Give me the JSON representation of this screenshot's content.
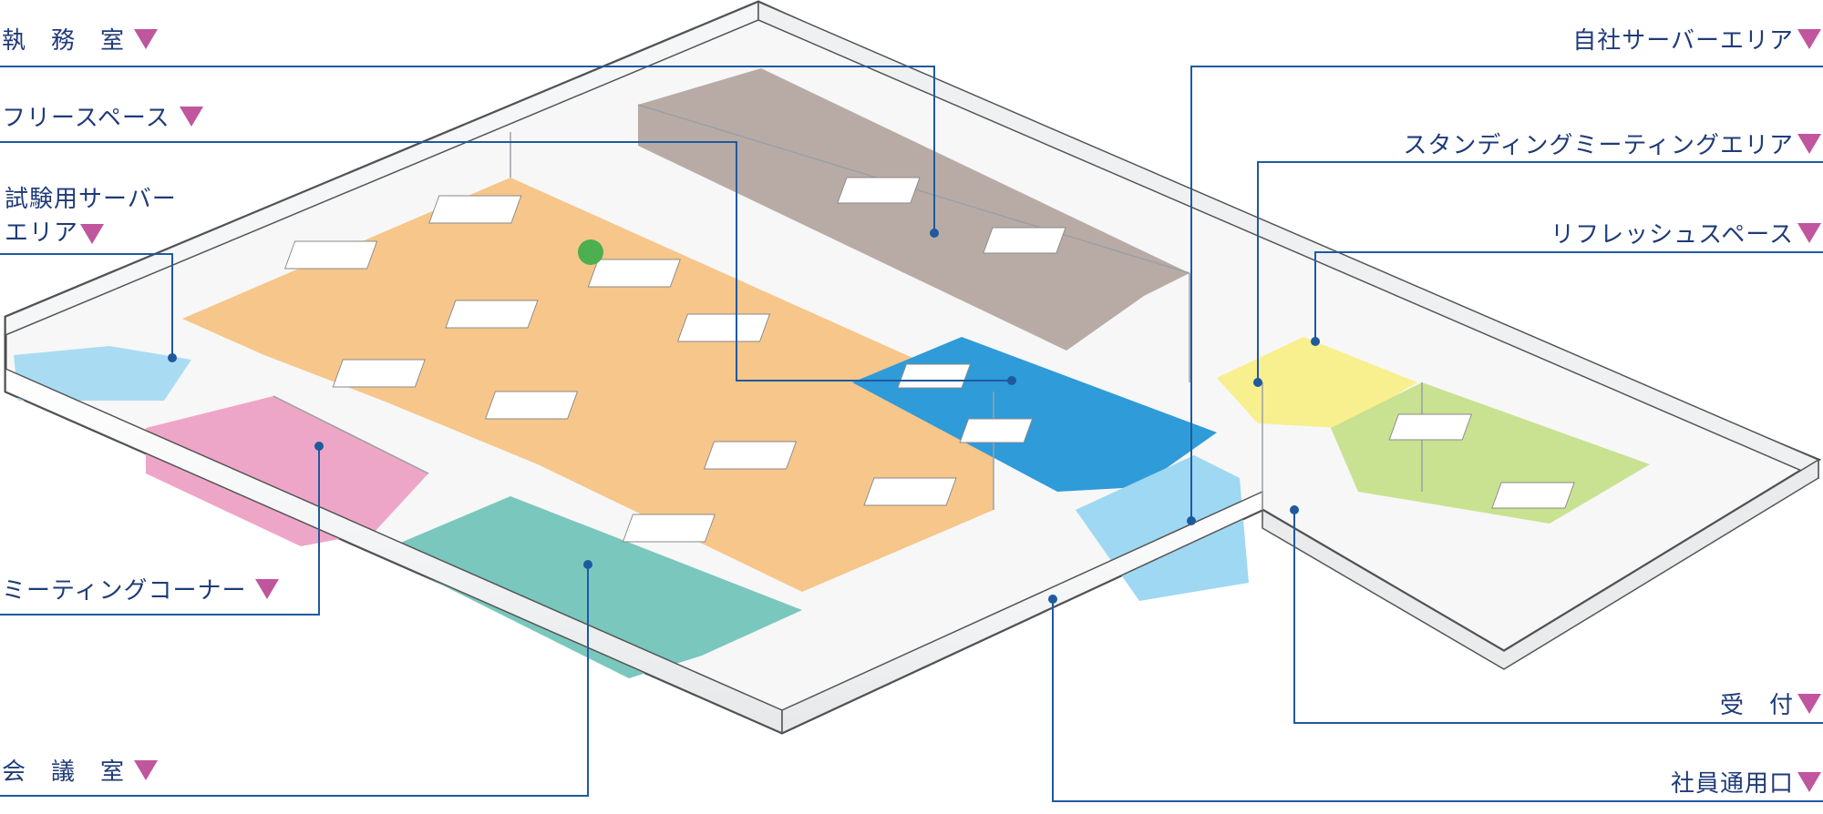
{
  "labels": {
    "shitsumu": "執　務　室",
    "free_space": "フリースペース",
    "test_server_1": "試験用サーバー",
    "test_server_2": "エリア",
    "meeting_corner": "ミーティングコーナー",
    "kaigi": "会　議　室",
    "own_server": "自社サーバーエリア",
    "standing": "スタンディングミーティングエリア",
    "refresh": "リフレッシュスペース",
    "uketsuke": "受　付",
    "staff_entrance": "社員通用口"
  },
  "colors": {
    "label_text": "#1f3b78",
    "leader_line": "#1f5a9e",
    "marker": "#c0569e",
    "work_floor": "#f6c68b",
    "free_space_floor": "#b8aba6",
    "server_floor": "#8fd0f0",
    "standing_floor": "#2f9bd9",
    "meeting_corner_floor": "#eea6c8",
    "conference_floor": "#79c7bd",
    "refresh_floor": "#f8ef8e",
    "reception_floor": "#c8e291"
  }
}
